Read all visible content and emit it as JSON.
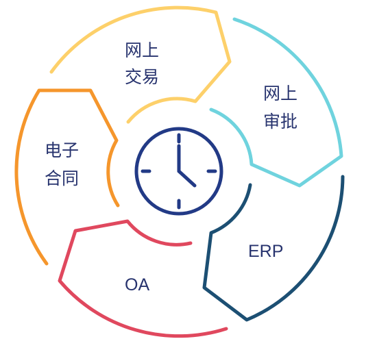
{
  "diagram": {
    "segments": [
      {
        "id": "online-trading",
        "lines": [
          "网上",
          "交易"
        ],
        "color": "#fdd06a"
      },
      {
        "id": "online-approval",
        "lines": [
          "网上",
          "审批"
        ],
        "color": "#6fd3de"
      },
      {
        "id": "erp",
        "lines": [
          "ERP"
        ],
        "color": "#1c4f73"
      },
      {
        "id": "oa",
        "lines": [
          "OA"
        ],
        "color": "#e0485e"
      },
      {
        "id": "e-contract",
        "lines": [
          "电子",
          "合同"
        ],
        "color": "#f5962c"
      }
    ],
    "center_icon": {
      "name": "clock-icon",
      "color": "#223a86"
    }
  }
}
